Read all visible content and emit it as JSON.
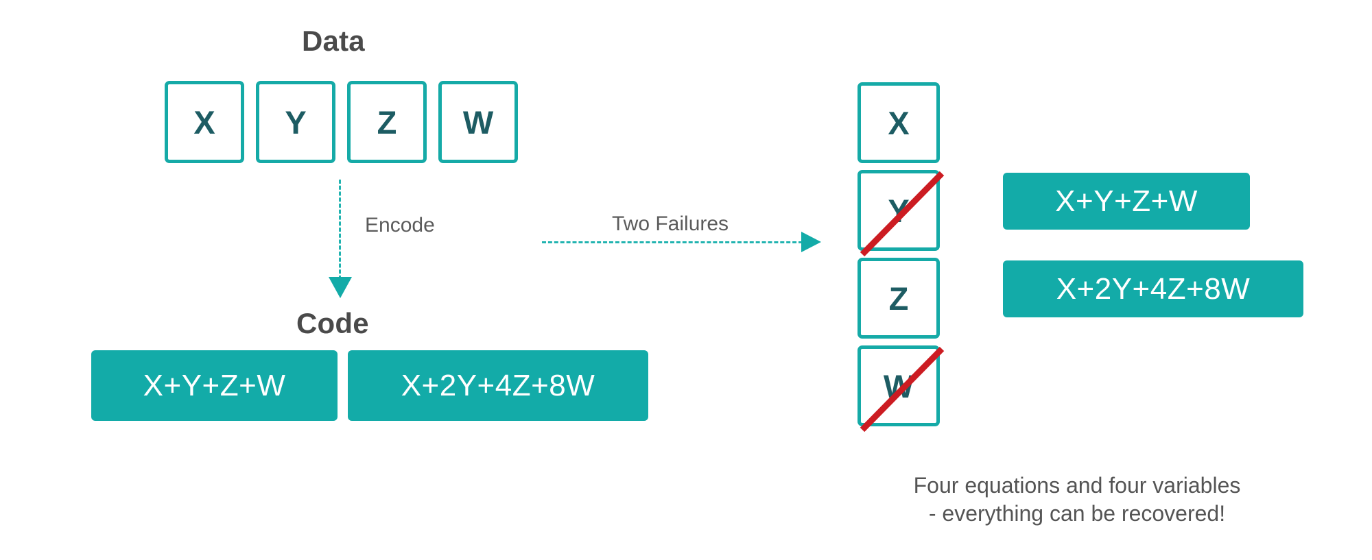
{
  "sections": {
    "data": {
      "title": "Data",
      "cells": [
        {
          "label": "X"
        },
        {
          "label": "Y"
        },
        {
          "label": "Z"
        },
        {
          "label": "W"
        }
      ]
    },
    "code": {
      "title": "Code",
      "chips": [
        {
          "label": "X+Y+Z+W"
        },
        {
          "label": "X+2Y+4Z+8W"
        }
      ]
    }
  },
  "arrows": {
    "encode": {
      "label": "Encode",
      "direction": "down",
      "style": "dashed"
    },
    "failures": {
      "label": "Two Failures",
      "direction": "right",
      "style": "dashed"
    }
  },
  "failure_stack": {
    "cells": [
      {
        "label": "X",
        "failed": false
      },
      {
        "label": "Y",
        "failed": true
      },
      {
        "label": "Z",
        "failed": false
      },
      {
        "label": "W",
        "failed": true
      }
    ],
    "equations": [
      {
        "label": "X+Y+Z+W"
      },
      {
        "label": "X+2Y+4Z+8W"
      }
    ],
    "caption": "Four equations and four variables\n- everything can be recovered!"
  },
  "colors": {
    "teal_fill": "#13aba8",
    "teal_border": "#15aaa7",
    "dark_teal_text": "#1d5c63",
    "strike_red": "#cc1c22",
    "heading_gray": "#4a4a4a",
    "label_gray": "#5b5b5b",
    "background": "#ffffff"
  }
}
